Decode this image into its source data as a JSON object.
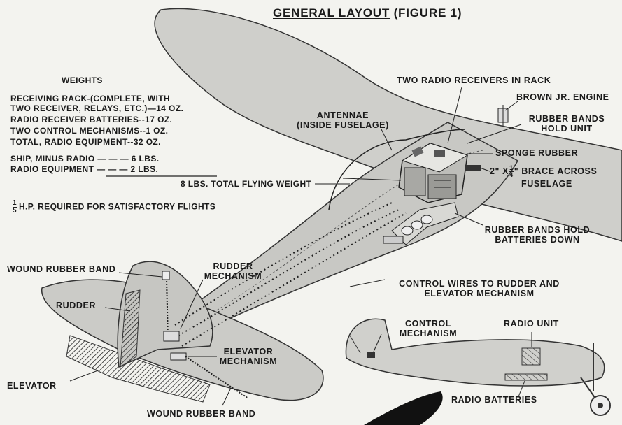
{
  "title": {
    "main": "GENERAL LAYOUT",
    "figure": "(FIGURE 1)"
  },
  "weights": {
    "heading": "WEIGHTS",
    "lines": [
      "RECEIVING RACK-(COMPLETE, WITH",
      "TWO RECEIVER, RELAYS, ETC.)—14 OZ.",
      "RADIO RECEIVER BATTERIES--17 OZ.",
      "TWO CONTROL MECHANISMS--1 OZ.",
      "TOTAL, RADIO EQUIPMENT--32 OZ.",
      "SHIP, MINUS RADIO — — — 6 LBS.",
      "RADIO EQUIPMENT — — — 2 LBS.",
      "8 LBS. TOTAL FLYING WEIGHT"
    ],
    "hp_numerator": "1",
    "hp_denominator": "5",
    "hp_text": "H.P. REQUIRED FOR SATISFACTORY FLIGHTS"
  },
  "labels": {
    "two_radio_receivers": "TWO RADIO RECEIVERS IN RACK",
    "brown_engine": "BROWN JR. ENGINE",
    "antennae": "ANTENNAE",
    "inside_fuselage": "(INSIDE FUSELAGE)",
    "rubber_bands_hold": "RUBBER BANDS",
    "hold_unit": "HOLD UNIT",
    "sponge_rubber": "SPONGE RUBBER",
    "brace_pre": "2\" X",
    "brace_num": "1",
    "brace_den": "4",
    "brace_post": "\" BRACE ACROSS",
    "brace_line2": "FUSELAGE",
    "rubber_bands_batteries": "RUBBER BANDS HOLD",
    "batteries_down": "BATTERIES DOWN",
    "wound_rubber_band_top": "WOUND RUBBER BAND",
    "rudder_mechanism_1": "RUDDER",
    "rudder_mechanism_2": "MECHANISM",
    "rudder": "RUDDER",
    "control_wires_1": "CONTROL WIRES TO RUDDER AND",
    "control_wires_2": "ELEVATOR MECHANISM",
    "elevator_mechanism_1": "ELEVATOR",
    "elevator_mechanism_2": "MECHANISM",
    "elevator": "ELEVATOR",
    "wound_rubber_band_bottom": "WOUND RUBBER BAND",
    "control_mechanism_1": "CONTROL",
    "control_mechanism_2": "MECHANISM",
    "radio_unit": "RADIO UNIT",
    "radio_batteries": "RADIO BATTERIES"
  }
}
